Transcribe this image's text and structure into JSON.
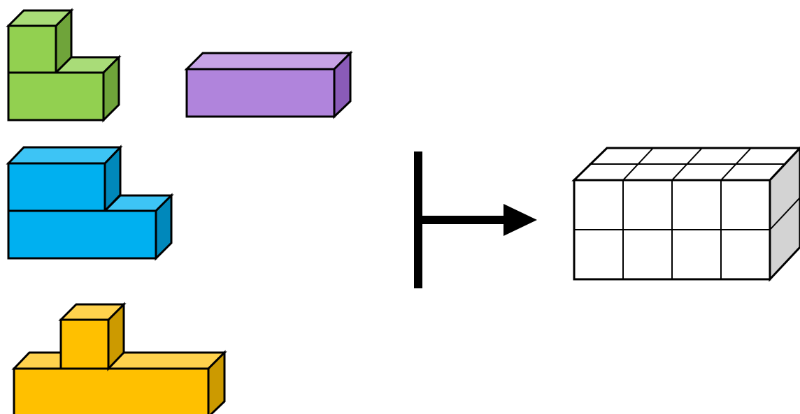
{
  "pieces": [
    {
      "name": "green-l-piece",
      "shape": "L-shaped block",
      "colors": {
        "front": "#92d050",
        "top": "#a9dc78",
        "side": "#6fa43a"
      }
    },
    {
      "name": "purple-bar-piece",
      "shape": "straight bar block",
      "colors": {
        "front": "#b084dc",
        "top": "#c7a3e6",
        "side": "#8a5bb8"
      }
    },
    {
      "name": "blue-l-piece",
      "shape": "stepped block",
      "colors": {
        "front": "#00b0f0",
        "top": "#3dc4f5",
        "side": "#0088bb"
      }
    },
    {
      "name": "yellow-t-piece",
      "shape": "T-shaped block",
      "colors": {
        "front": "#ffc000",
        "top": "#ffd24d",
        "side": "#cc9a00"
      }
    }
  ],
  "arrow": {
    "name": "maps-to-arrow",
    "symbol": "⊢→",
    "color": "#000000"
  },
  "result": {
    "name": "assembled-grid-box",
    "columns": 4,
    "rows": 2,
    "colors": {
      "front": "#ffffff",
      "top": "#ffffff",
      "side": "#d3d3d3"
    }
  }
}
